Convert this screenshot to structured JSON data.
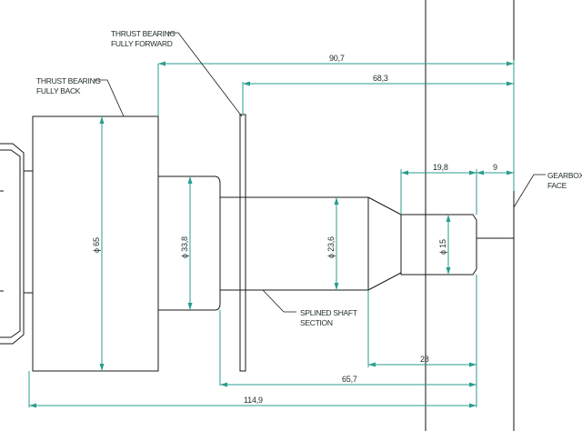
{
  "annotations": {
    "thrust_forward": [
      "THRUST BEARING",
      "FULLY FORWARD"
    ],
    "thrust_back": [
      "THRUST BEARING",
      "FULLY BACK"
    ],
    "splined": [
      "SPLINED SHAFT",
      "SECTION"
    ],
    "gearbox": [
      "GEARBOX",
      "FACE"
    ]
  },
  "dimensions": {
    "d_90_7": "90,7",
    "d_68_3": "68,3",
    "d_19_8": "19,8",
    "d_9": "9",
    "d_28": "28",
    "d_65_7": "65,7",
    "d_114_9": "114,9",
    "dia_65": "ϕ 65",
    "dia_33_8": "ϕ 33,8",
    "dia_23_6": "ϕ 23,6",
    "dia_15": "ϕ 15"
  },
  "colors": {
    "dimension": "#2a9d8f",
    "outline": "#1a1a1a"
  }
}
